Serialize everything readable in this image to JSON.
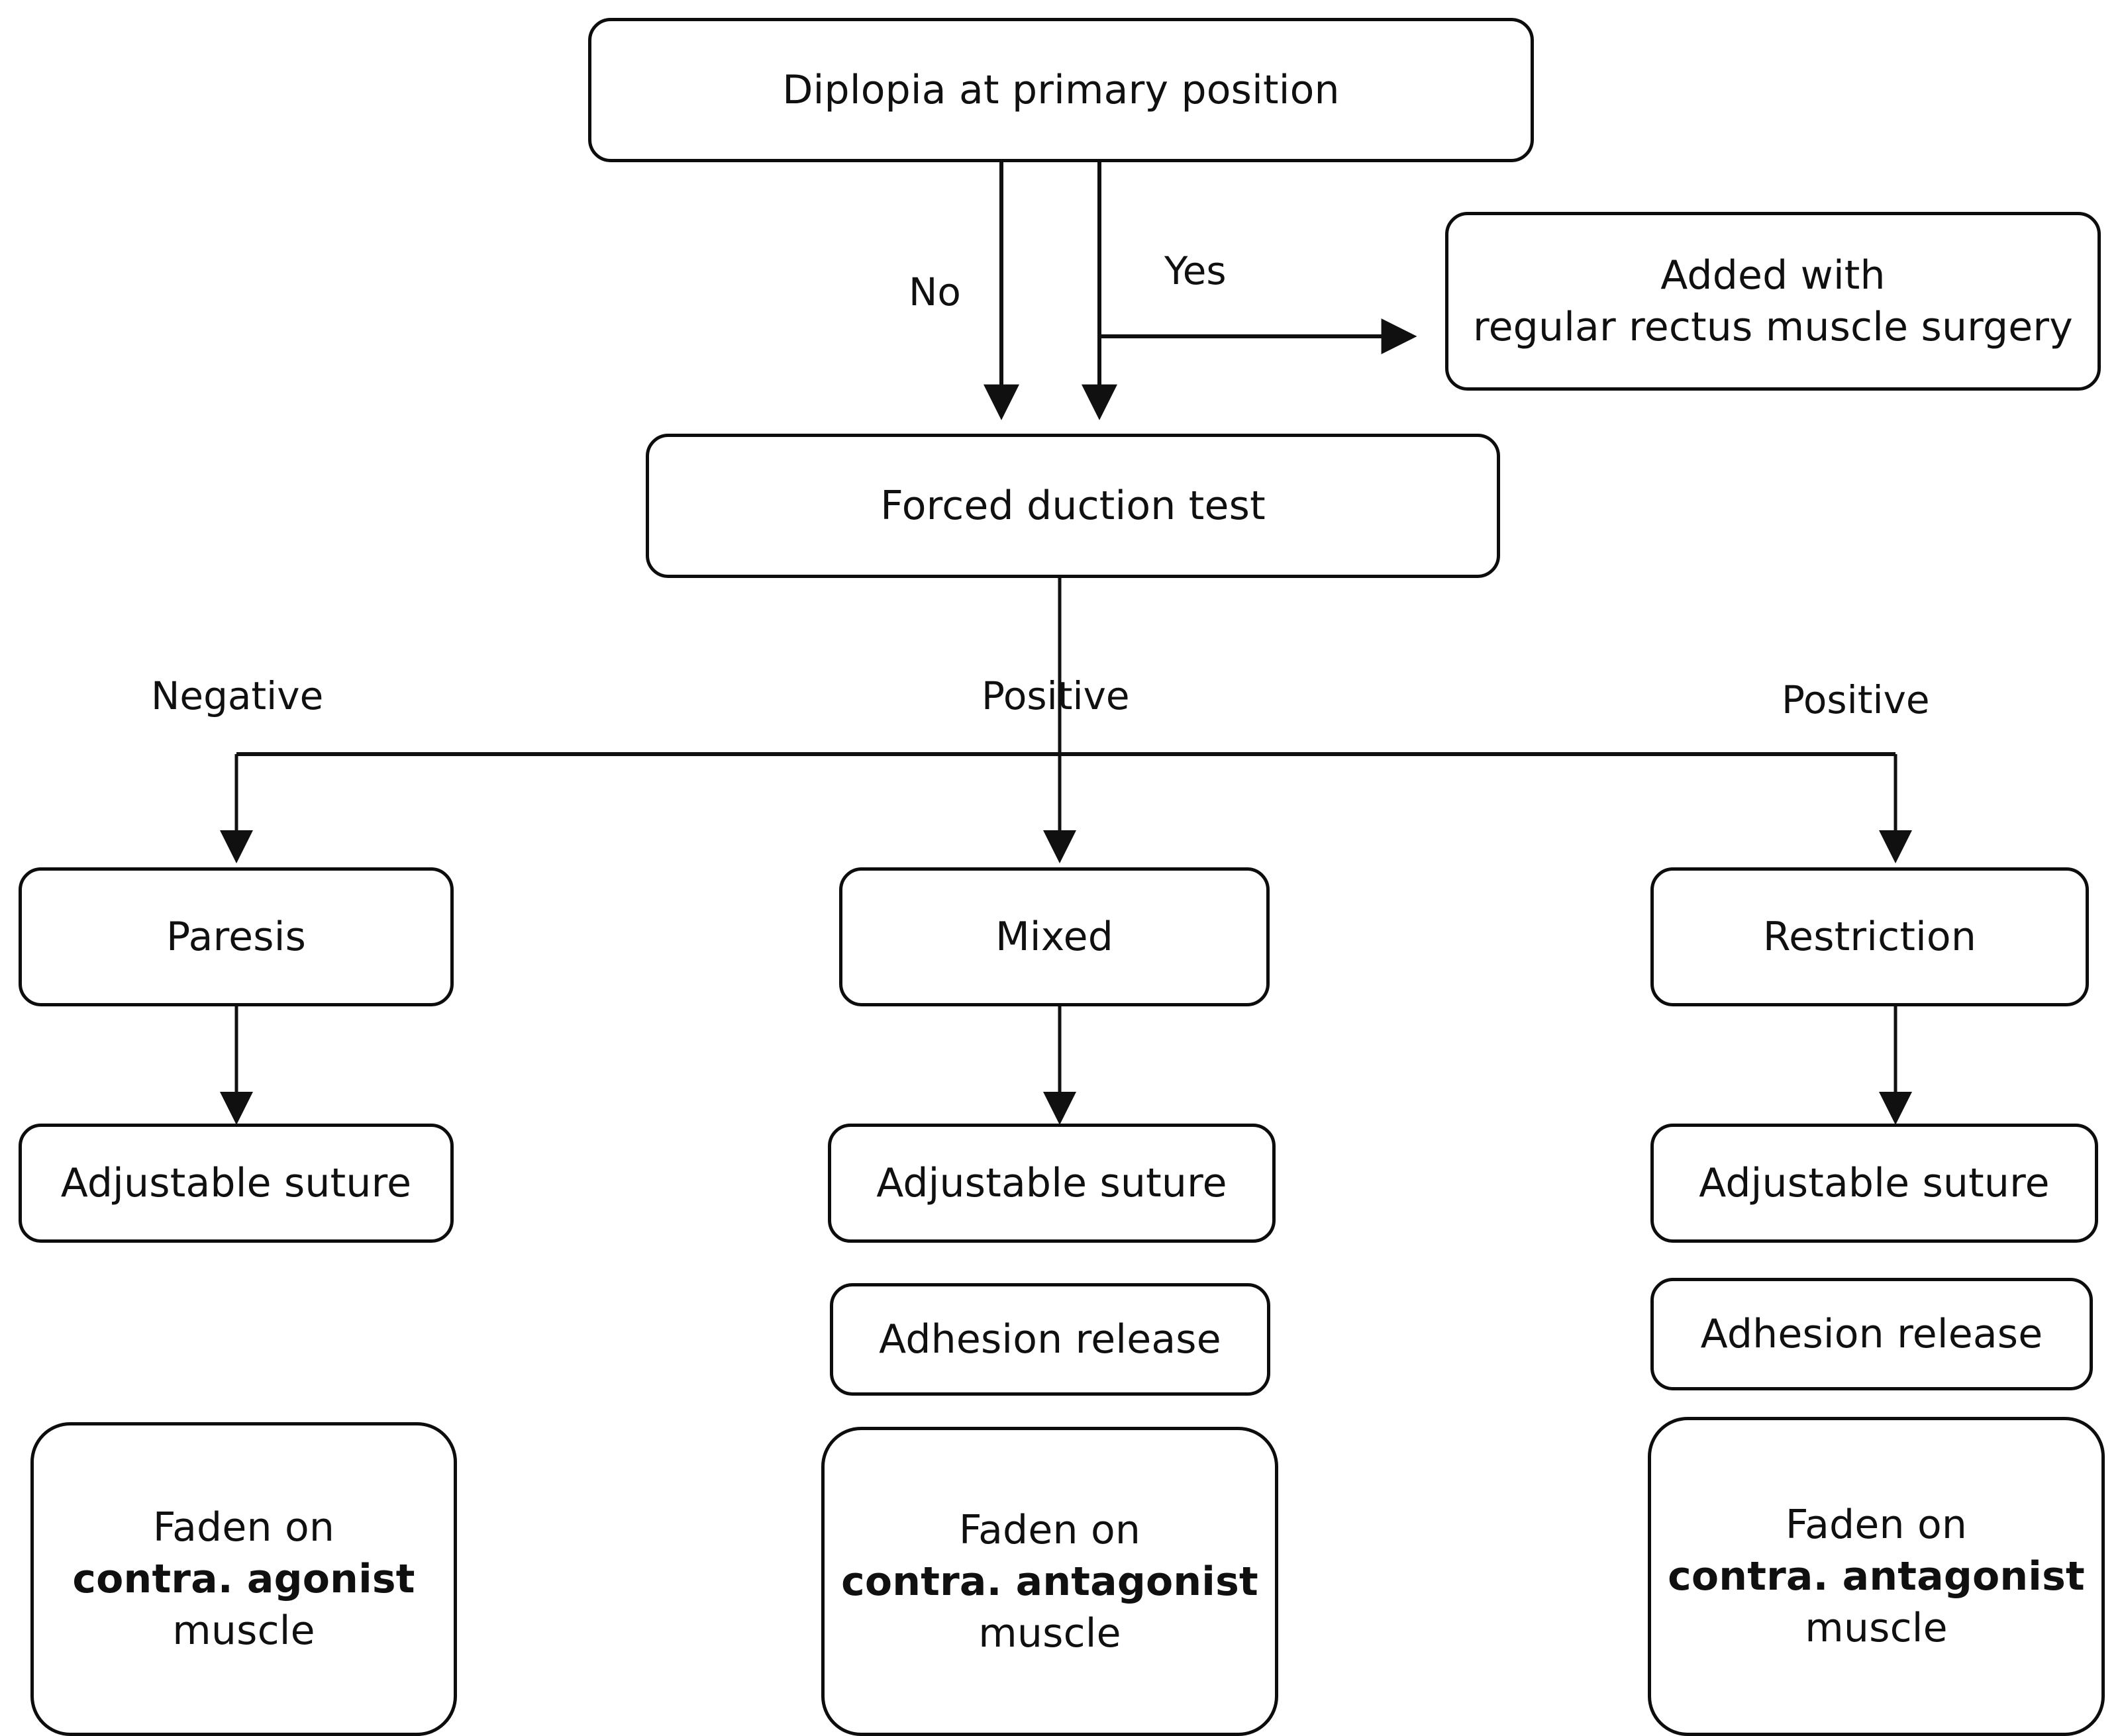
{
  "diagram": {
    "title": "Diplopia management flowchart",
    "colors": {
      "stroke": "#0d0d0d",
      "text": "#101010",
      "background": "#ffffff"
    },
    "nodes": {
      "diplopia": {
        "label": "Diplopia at primary position"
      },
      "added_surgery": {
        "line1": "Added with",
        "line2": "regular rectus muscle surgery"
      },
      "forced_duction": {
        "label": "Forced duction test"
      },
      "paresis": {
        "label": "Paresis"
      },
      "mixed": {
        "label": "Mixed"
      },
      "restriction": {
        "label": "Restriction"
      },
      "adj_suture_left": {
        "label": "Adjustable suture"
      },
      "adj_suture_mid": {
        "label": "Adjustable suture"
      },
      "adj_suture_right": {
        "label": "Adjustable suture"
      },
      "adhesion_mid": {
        "label": "Adhesion release"
      },
      "adhesion_right": {
        "label": "Adhesion release"
      },
      "faden_left": {
        "line1": "Faden on",
        "line2": "contra. agonist",
        "line3": "muscle"
      },
      "faden_mid": {
        "line1": "Faden on",
        "line2": "contra. antagonist",
        "line3": "muscle"
      },
      "faden_right": {
        "line1": "Faden on",
        "line2": "contra. antagonist",
        "line3": "muscle"
      }
    },
    "edge_labels": {
      "no": "No",
      "yes": "Yes",
      "negative": "Negative",
      "positive_mid": "Positive",
      "positive_right": "Positive"
    }
  }
}
